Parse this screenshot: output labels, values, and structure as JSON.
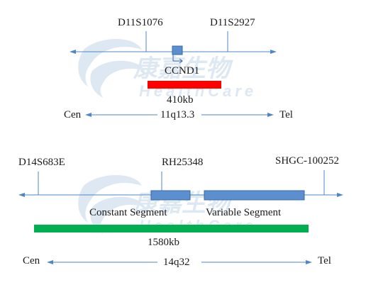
{
  "panel1": {
    "markers": [
      "D11S1076",
      "D11S2927"
    ],
    "gene": "CCND1",
    "probe_size": "410kb",
    "probe_color": "#ff0000",
    "cen": "Cen",
    "band": "11q13.3",
    "tel": "Tel"
  },
  "panel2": {
    "markers": [
      "D14S683E",
      "RH25348",
      "SHGC-100252"
    ],
    "segments": [
      "Constant Segment",
      "Variable Segment"
    ],
    "probe_size": "1580kb",
    "probe_color": "#00b050",
    "cen": "Cen",
    "band": "14q32",
    "tel": "Tel"
  },
  "watermark": {
    "cn": "康嘉生物",
    "en": "HealthCare"
  },
  "colors": {
    "line": "#4f86c6",
    "box_fill": "#5b8fd0",
    "box_stroke": "#3a6aa8",
    "watermark": "#dbe6f1"
  }
}
